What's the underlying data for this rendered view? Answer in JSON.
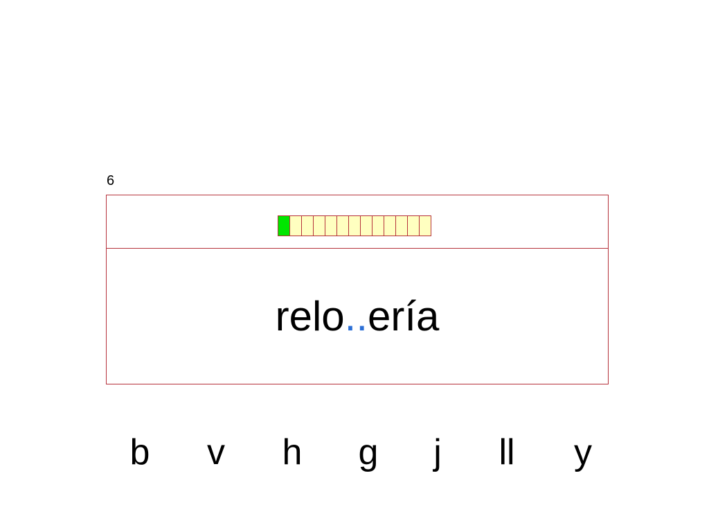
{
  "exercise": {
    "counter": "6",
    "progress": {
      "total": 13,
      "completed": 1,
      "done_color": "#00e600",
      "pending_color": "#ffffc0"
    },
    "word": {
      "prefix": "relo",
      "gap": "..",
      "suffix": "ería",
      "gap_color": "#2b6fd6"
    },
    "choices": [
      "b",
      "v",
      "h",
      "g",
      "j",
      "ll",
      "y"
    ]
  },
  "colors": {
    "border": "#b5303a"
  }
}
